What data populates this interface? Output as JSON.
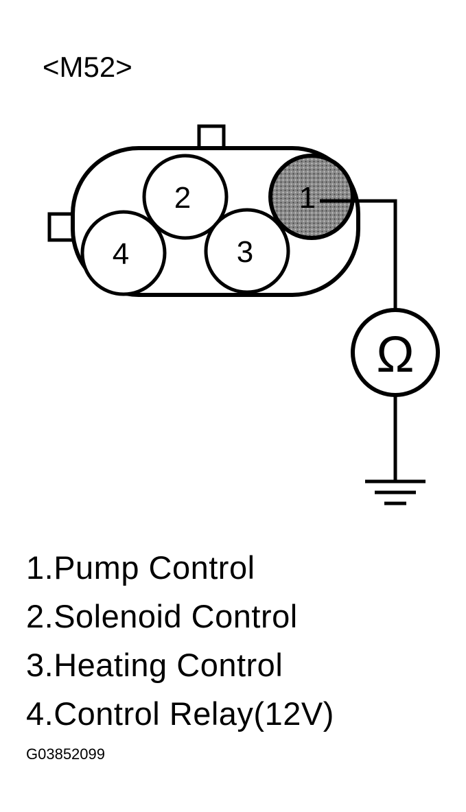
{
  "diagram": {
    "connector_label": "<M52>",
    "pins": [
      {
        "id": "1",
        "label": "1",
        "highlighted": true
      },
      {
        "id": "2",
        "label": "2",
        "highlighted": false
      },
      {
        "id": "3",
        "label": "3",
        "highlighted": false
      },
      {
        "id": "4",
        "label": "4",
        "highlighted": false
      }
    ],
    "meter_symbol": "Ω",
    "colors": {
      "line": "#000000",
      "highlight_fill": "#8a8a8a",
      "background": "#ffffff"
    },
    "icons": {
      "meter": "ohmmeter-icon",
      "ground": "ground-icon"
    }
  },
  "legend": {
    "items": [
      "1.Pump Control",
      "2.Solenoid Control",
      "3.Heating Control",
      "4.Control Relay(12V)"
    ]
  },
  "figure_code": "G03852099"
}
